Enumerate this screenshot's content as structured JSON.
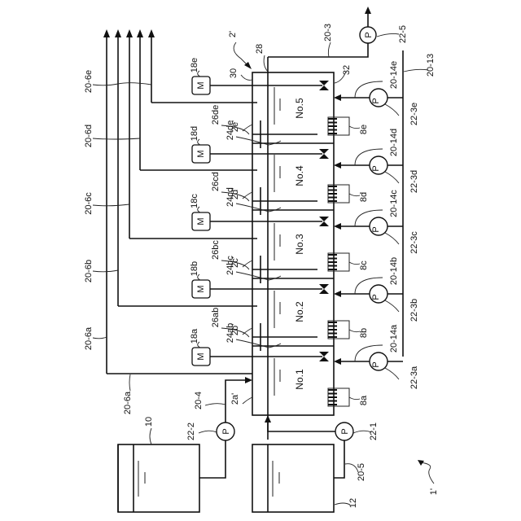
{
  "figure": {
    "system_ref": "1'",
    "apparatus_ref": "2'",
    "tank_sections": [
      {
        "no": "No.1",
        "section_ref": "2a'",
        "heater": "8a",
        "motor": "18a",
        "exhaust": "20-6a",
        "supply_line": "20-14a",
        "supply_pump": "22-3a"
      },
      {
        "no": "No.2",
        "section_ref": "2b'",
        "heater": "8b",
        "motor": "18b",
        "exhaust": "20-6b",
        "supply_line": "20-14b",
        "supply_pump": "22-3b",
        "partition_upper": "26ab",
        "partition_lower": "24ab"
      },
      {
        "no": "No.3",
        "section_ref": "2c'",
        "heater": "8c",
        "motor": "18c",
        "exhaust": "20-6c",
        "supply_line": "20-14c",
        "supply_pump": "22-3c",
        "partition_upper": "26bc",
        "partition_lower": "24bc"
      },
      {
        "no": "No.4",
        "section_ref": "2d'",
        "heater": "8d",
        "motor": "18d",
        "exhaust": "20-6d",
        "supply_line": "20-14d",
        "supply_pump": "22-3d",
        "partition_upper": "26cd",
        "partition_lower": "24cd"
      },
      {
        "no": "No.5",
        "section_ref": "2e'",
        "heater": "8e",
        "motor": "18e",
        "exhaust": "20-6e",
        "supply_line": "20-14e",
        "supply_pump": "22-3e",
        "partition_upper": "26de",
        "partition_lower": "24de"
      }
    ],
    "labels": {
      "frame_outer": "30",
      "frame_inner": "28",
      "frame_right": "32",
      "outlet_line": "20-3",
      "outlet_pump": "22-5",
      "header_line": "20-13",
      "feed_line_a": "20-4",
      "feed_pump_a": "22-2",
      "feed_line_b": "20-5",
      "feed_pump_b": "22-1",
      "tank_a": "10",
      "tank_b": "12",
      "exhaust_a_bottom": "20-6a",
      "pump_symbol": "P",
      "motor_symbol": "M"
    }
  }
}
